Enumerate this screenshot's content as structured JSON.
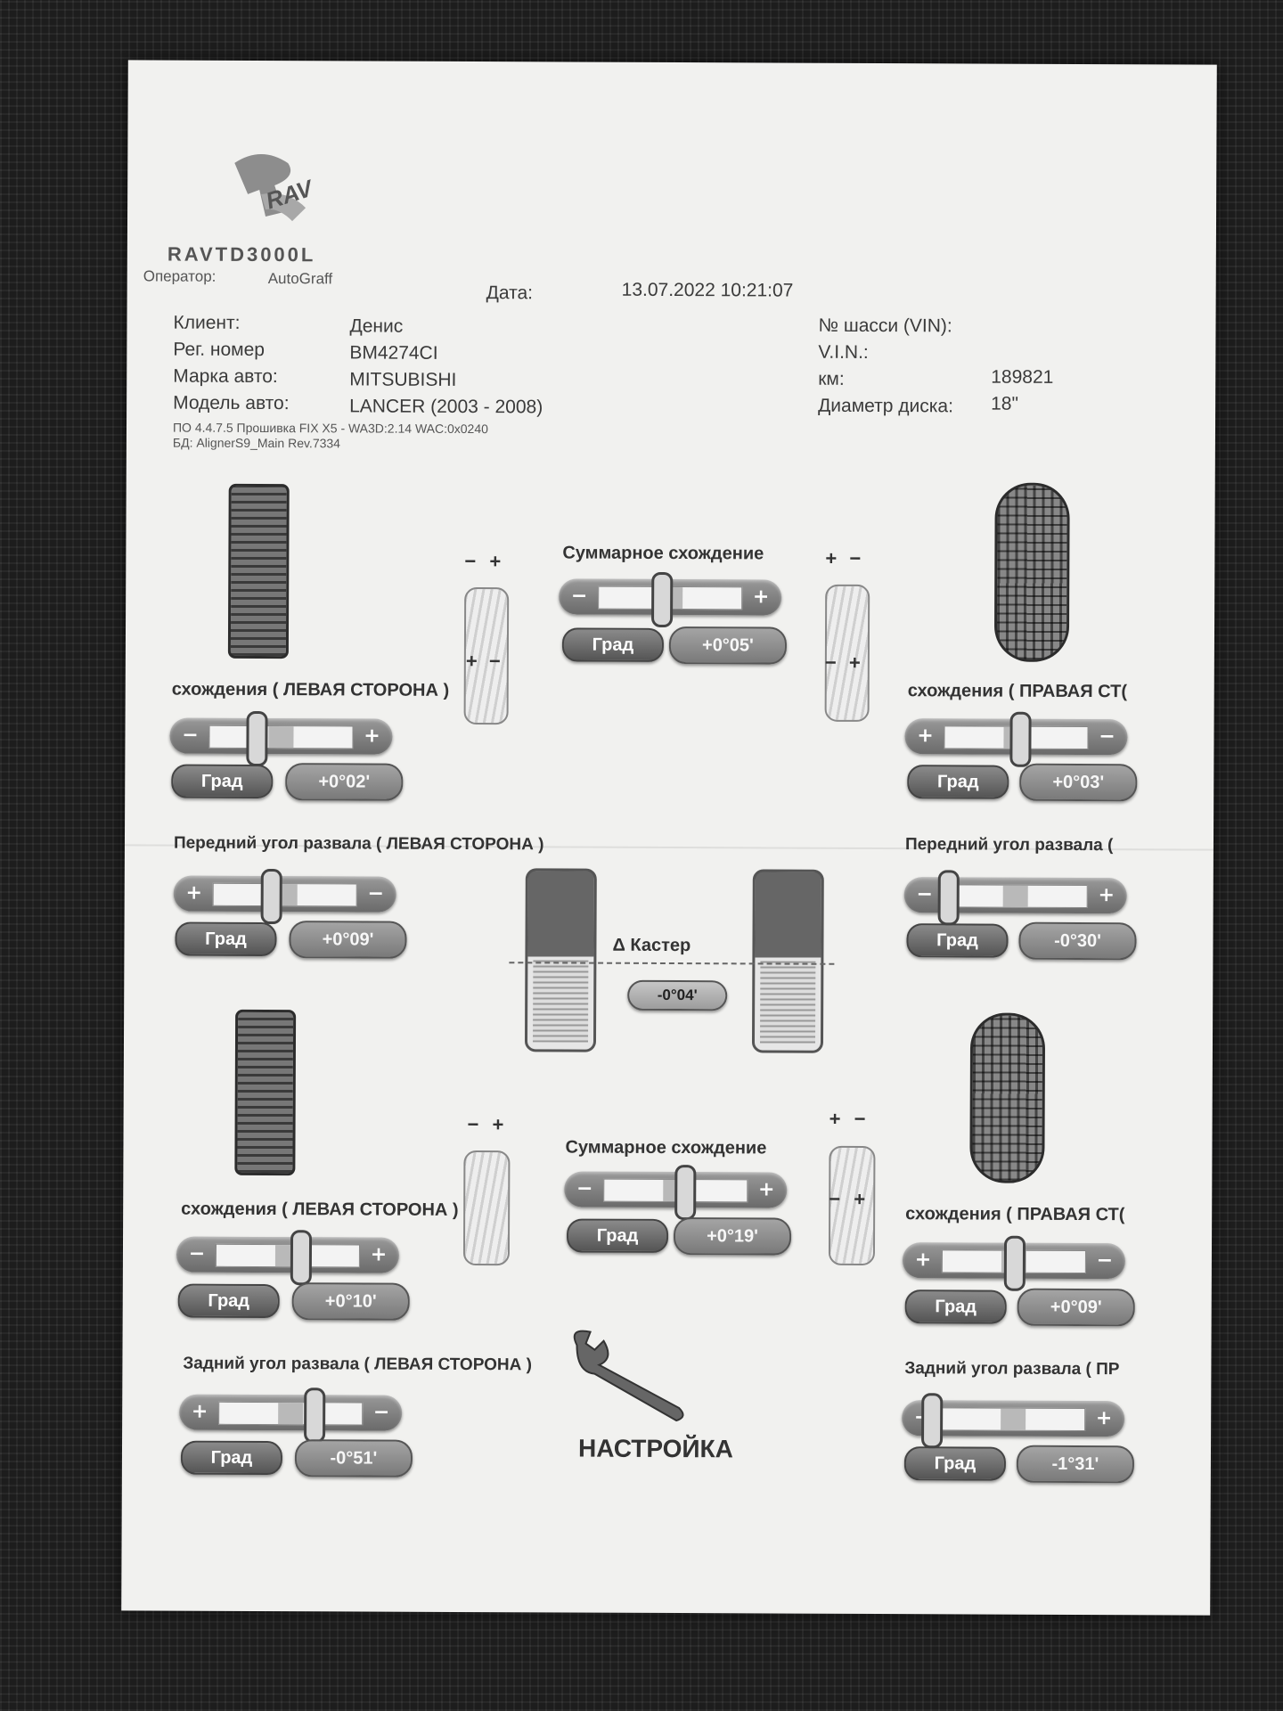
{
  "header": {
    "logo_text": "RAV",
    "device": "RAVTD3000L",
    "operator_label": "Оператор:",
    "operator_value": "AutoGraff",
    "date_label": "Дата:",
    "date_value": "13.07.2022  10:21:07"
  },
  "client": {
    "client_label": "Клиент:",
    "client_value": "Денис",
    "reg_label": "Рег. номер",
    "reg_value": "BM4274CI",
    "brand_label": "Марка авто:",
    "brand_value": "MITSUBISHI",
    "model_label": "Модель авто:",
    "model_value": "LANCER (2003 - 2008)",
    "vin_label": "№ шасси (VIN):",
    "vin2_label": "V.I.N.:",
    "km_label": "км:",
    "km_value": "189821",
    "disk_label": "Диаметр диска:",
    "disk_value": "18\"",
    "software_line": "ПО 4.4.7.5  Прошивка  FIX X5 - WA3D:2.14 WAC:0x0240",
    "db_line": "БД: AlignerS9_Main Rev.7334"
  },
  "common": {
    "grad": "Град",
    "minus": "−",
    "plus": "+"
  },
  "front": {
    "total_toe_title": "Суммарное схождение",
    "total_toe_value": "+0°05'",
    "left_toe_title": "схождения ( ЛЕВАЯ СТОРОНА )",
    "left_toe_value": "+0°02'",
    "right_toe_title": "схождения ( ПРАВАЯ СТ(",
    "right_toe_value": "+0°03'",
    "left_camber_title": "Передний угол развала ( ЛЕВАЯ СТОРОНА )",
    "left_camber_value": "+0°09'",
    "right_camber_title": "Передний угол развала (",
    "right_camber_value": "-0°30'",
    "caster_title": "Δ Кастер",
    "caster_value": "-0°04'"
  },
  "rear": {
    "total_toe_title": "Суммарное схождение",
    "total_toe_value": "+0°19'",
    "left_toe_title": "схождения ( ЛЕВАЯ СТОРОНА )",
    "left_toe_value": "+0°10'",
    "right_toe_title": "схождения ( ПРАВАЯ СТ(",
    "right_toe_value": "+0°09'",
    "left_camber_title": "Задний угол развала ( ЛЕВАЯ СТОРОНА )",
    "left_camber_value": "-0°51'",
    "right_camber_title": "Задний угол развала ( ПР",
    "right_camber_value": "-1°31'"
  },
  "footer": {
    "setup_label": "НАСТРОЙКА"
  }
}
